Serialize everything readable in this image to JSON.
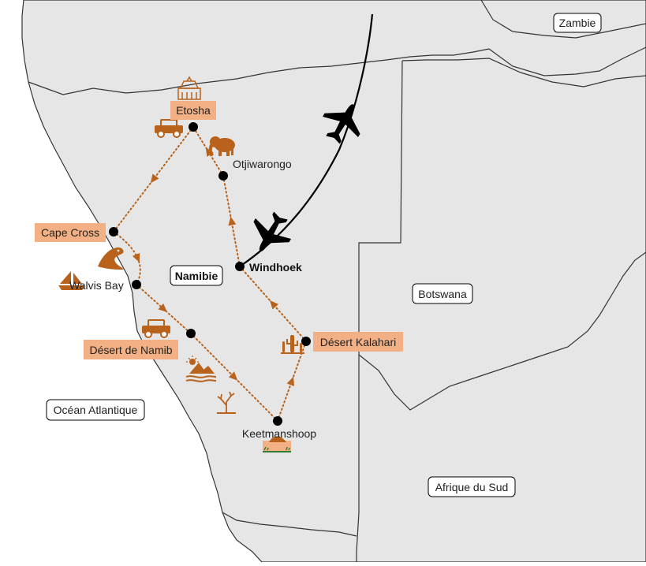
{
  "map": {
    "colors": {
      "ocean": "#ffffff",
      "land": "#e6e6e6",
      "border": "#333333",
      "route": "#b8621b",
      "highlight": "#f2b084",
      "icon": "#b8621b",
      "flight": "#000000"
    },
    "country_labels": {
      "zambia": "Zambie",
      "namibia": "Namibie",
      "botswana": "Botswana",
      "south_africa": "Afrique du Sud",
      "ocean": "Océan Atlantique"
    },
    "cities": {
      "etosha": "Etosha",
      "otjiwarongo": "Otjiwarongo",
      "cape_cross": "Cape Cross",
      "walvis_bay": "Walvis Bay",
      "windhoek": "Windhoek",
      "namib": "Désert de Namib",
      "kalahari": "Désert Kalahari",
      "keetmanshoop": "Keetmanshoop"
    },
    "icons": {
      "etosha_landmark": "tribal-hut-icon",
      "etosha_vehicle": "safari-jeep-icon",
      "otjiwarongo_animal": "elephant-icon",
      "cape_cross_animal": "seal-icon",
      "walvis_bay_boat": "sailboat-icon",
      "namib_vehicle": "safari-jeep-icon",
      "namib_landscape": "sun-dunes-icon",
      "namib_tree": "dead-tree-icon",
      "kalahari": "cactus-icon",
      "keetmanshoop": "quiver-tree-forest-icon",
      "flight": "airplane-icon"
    },
    "route_order": [
      "windhoek",
      "otjiwarongo",
      "etosha",
      "cape_cross",
      "walvis_bay",
      "namib",
      "keetmanshoop",
      "kalahari",
      "windhoek"
    ]
  }
}
